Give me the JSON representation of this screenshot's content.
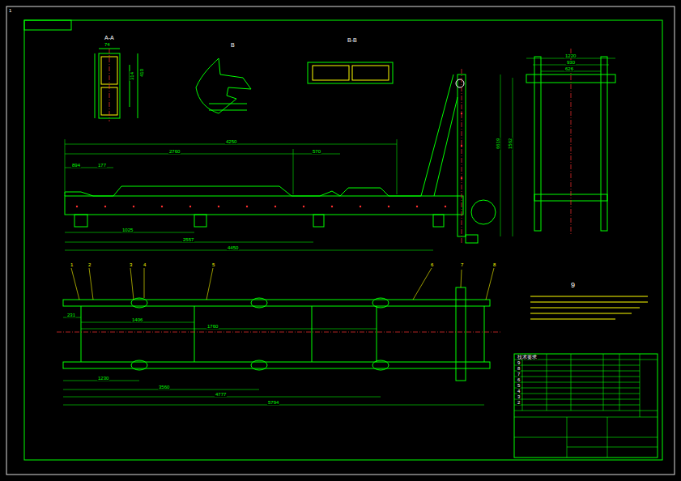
{
  "diagram": {
    "labels": [
      "A-A",
      "74",
      "410",
      "314",
      "B",
      "B-B",
      "4250",
      "2760",
      "570",
      "894",
      "177",
      "1025",
      "2557",
      "4450",
      "6619",
      "1562",
      "1220",
      "930",
      "626",
      "231",
      "1406",
      "1760",
      "1230",
      "3560",
      "4777",
      "5794",
      "1",
      "2",
      "3",
      "4",
      "5",
      "6",
      "7",
      "8",
      "9",
      "技术要求",
      "9",
      "8",
      "7",
      "6",
      "5",
      "4",
      "3",
      "2",
      "1"
    ]
  }
}
